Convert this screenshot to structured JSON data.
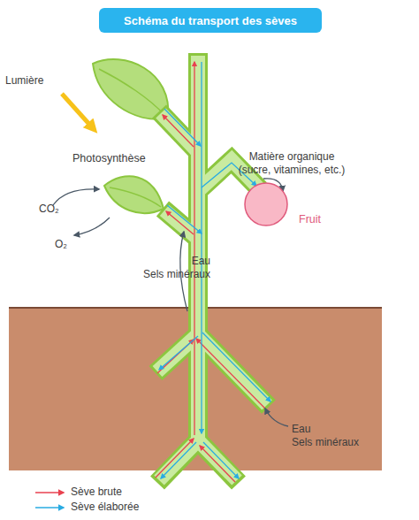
{
  "diagram": {
    "title": "Schéma du transport des sèves",
    "nodes": [
      {
        "text": [
          "Photosynthèse"
        ]
      },
      {
        "text": [
          "Fruit"
        ]
      }
    ],
    "labels": [
      "Lumière",
      "CO₂",
      "O₂",
      "Matière organique (sucre, vitamines, etc.)",
      "Eau Sels minéraux",
      "Eau Sels minéraux"
    ],
    "legend": [
      {
        "text": "Sève brute"
      },
      {
        "text": "Sève élaborée"
      }
    ]
  }
}
